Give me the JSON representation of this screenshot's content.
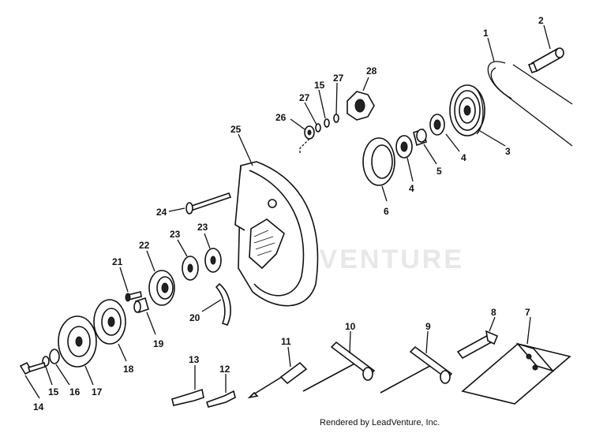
{
  "watermark": "LEADVENTURE",
  "credit": "Rendered by LeadVenture, Inc.",
  "callouts": {
    "c1": "1",
    "c2": "2",
    "c3": "3",
    "c4a": "4",
    "c4b": "4",
    "c5": "5",
    "c6": "6",
    "c7": "7",
    "c8": "8",
    "c9": "9",
    "c10": "10",
    "c11": "11",
    "c12": "12",
    "c13": "13",
    "c14": "14",
    "c15a": "15",
    "c15b": "15",
    "c16": "16",
    "c17": "17",
    "c18": "18",
    "c19": "19",
    "c20": "20",
    "c21": "21",
    "c22": "22",
    "c23a": "23",
    "c23b": "23",
    "c24": "24",
    "c25": "25",
    "c26": "26",
    "c27a": "27",
    "c27b": "27",
    "c28": "28"
  }
}
